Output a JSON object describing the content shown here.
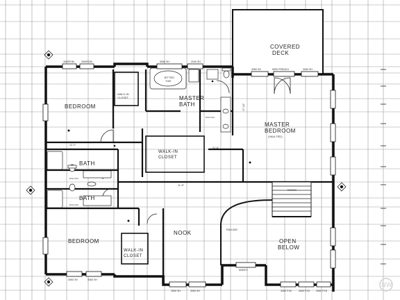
{
  "rooms": {
    "bedroom_1": "BEDROOM",
    "bedroom_2": "BEDROOM",
    "master_bath_line1": "MASTER",
    "master_bath_line2": "BATH",
    "master_bed_line1": "MASTER",
    "master_bed_line2": "BEDROOM",
    "master_bed_sub": "(VAULTED)",
    "walkin_1_line1": "WALK-IN",
    "walkin_1_line2": "CLOSET",
    "walkin_2_line1": "WALK-IN",
    "walkin_2_line2": "CLOSET",
    "walkin_3_line1": "WALK-IN",
    "walkin_3_line2": "CLOSET",
    "bath_upper": "BATH",
    "bath_lower": "BATH",
    "covered_deck_line1": "COVERED",
    "covered_deck_line2": "DECK",
    "nook": "NOOK",
    "open_below_line1": "OPEN",
    "open_below_line2": "BELOW",
    "railing": "RAILING",
    "jetted_tub_line1": "JETTED",
    "jetted_tub_line2": "TUB",
    "down": "DOWN"
  },
  "window_labels": {
    "bed1_top_a": "3060FDM",
    "bed1_top_b": "3060FDM",
    "tub_window": "5656 SH",
    "bath_window": "2040 SH",
    "deck_door_left": "3060 SH",
    "deck_door_mid": "6050 FRENCH",
    "deck_door_right": "3060 SH",
    "bed2_bottom_a": "3060 SH",
    "bed2_bottom_b": "3060 SH",
    "nook_bottom_a": "3060 SH",
    "nook_bottom_b": "3060 SH",
    "nook_bottom_c": "6060FX",
    "open_bottom_a": "3060 FXD",
    "open_bottom_b": "3060 FXD",
    "open_bottom_c": "3060 FXD"
  },
  "dimensions": {
    "bed1_width": "12'-2\"",
    "nook_width": "11'-8\"",
    "master_width": "21'-6\"",
    "master_depth": "17'-10\""
  },
  "fixture_labels": {
    "fan_1": "EXH FAN",
    "fan_2": "EXH FAN",
    "fan_3": "EXH FAN"
  },
  "watermark": "NW"
}
